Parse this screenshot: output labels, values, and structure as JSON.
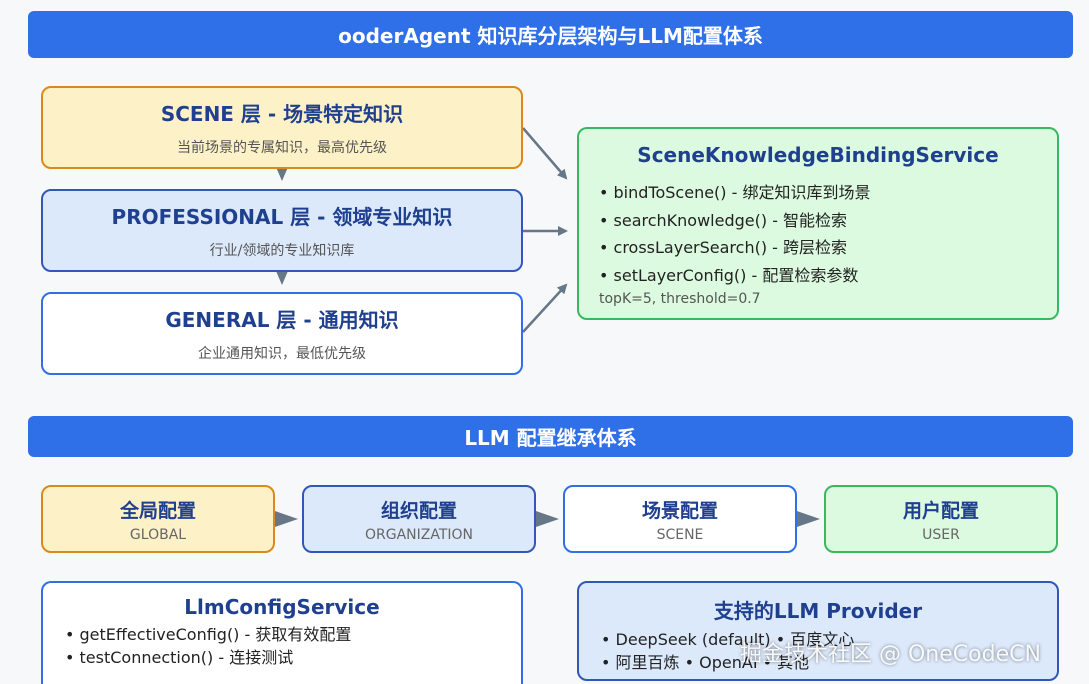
{
  "header": {
    "title": "ooderAgent 知识库分层架构与LLM配置体系"
  },
  "layers": {
    "scene": {
      "title": "SCENE 层 - 场景特定知识",
      "subtitle": "当前场景的专属知识，最高优先级"
    },
    "professional": {
      "title": "PROFESSIONAL 层 - 领域专业知识",
      "subtitle": "行业/领域的专业知识库"
    },
    "general": {
      "title": "GENERAL 层 - 通用知识",
      "subtitle": "企业通用知识，最低优先级"
    }
  },
  "binding_service": {
    "title": "SceneKnowledgeBindingService",
    "items": [
      "• bindToScene() - 绑定知识库到场景",
      "• searchKnowledge() - 智能检索",
      "• crossLayerSearch() - 跨层检索",
      "• setLayerConfig() - 配置检索参数"
    ],
    "note": "topK=5, threshold=0.7"
  },
  "llm_section": {
    "title": "LLM 配置继承体系"
  },
  "config_levels": [
    {
      "title": "全局配置",
      "subtitle": "GLOBAL"
    },
    {
      "title": "组织配置",
      "subtitle": "ORGANIZATION"
    },
    {
      "title": "场景配置",
      "subtitle": "SCENE"
    },
    {
      "title": "用户配置",
      "subtitle": "USER"
    }
  ],
  "llm_config_service": {
    "title": "LlmConfigService",
    "items": [
      "• getEffectiveConfig() - 获取有效配置",
      "• testConnection() - 连接测试"
    ]
  },
  "providers": {
    "title": "支持的LLM Provider",
    "items": [
      "• DeepSeek (default) • 百度文心",
      "• 阿里百炼 • OpenAI • 其他"
    ]
  },
  "watermark": "掘金技术社区 @ OneCodeCN",
  "colors": {
    "banner": "#2f6fe8",
    "arrow": "#667788",
    "scene_bg": "#fdf1c7",
    "scene_border": "#d98a1a",
    "professional_bg": "#dce9fb",
    "professional_border": "#3257b8",
    "general_border": "#2f6fe8",
    "service_bg": "#dcfadf",
    "service_border": "#3ab860"
  }
}
